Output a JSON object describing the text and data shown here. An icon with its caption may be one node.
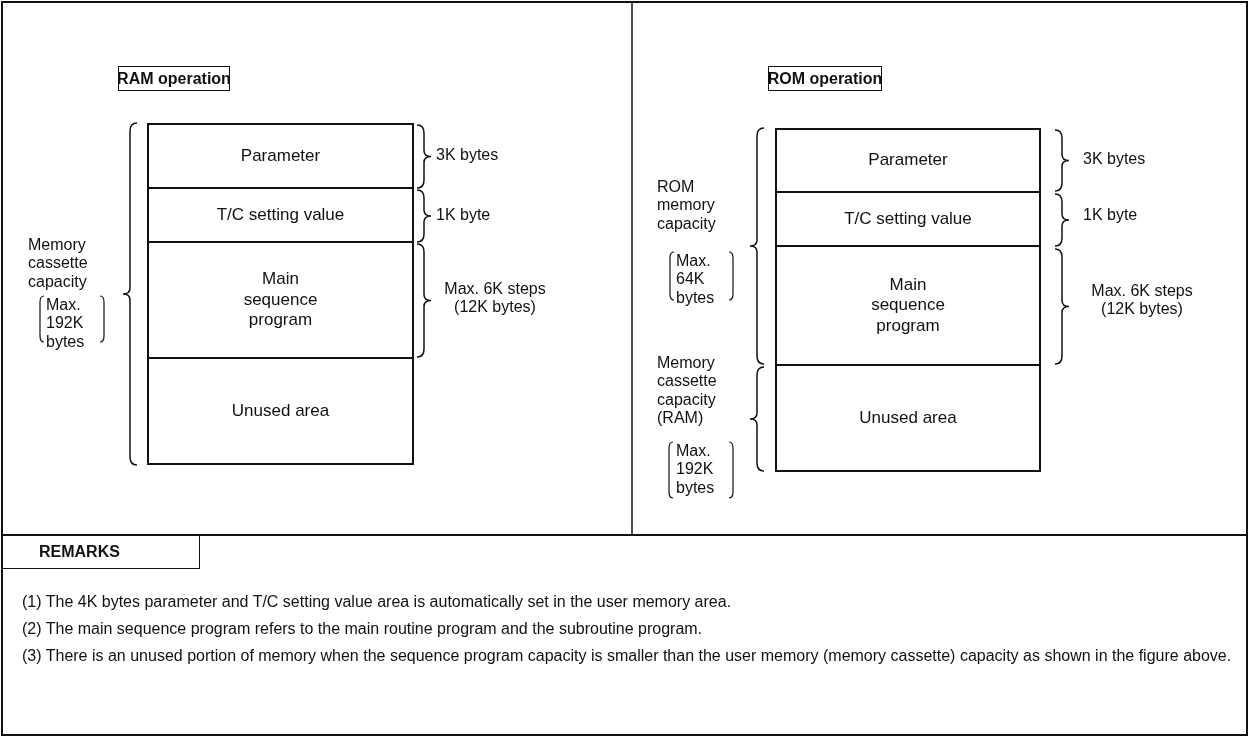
{
  "diagram": {
    "nodes": [
      {
        "text": [
          "RAM operation"
        ]
      },
      {
        "text": [
          "Parameter"
        ]
      },
      {
        "text": [
          "T/C setting value"
        ]
      },
      {
        "text": [
          "Main sequence program"
        ]
      },
      {
        "text": [
          "Unused area"
        ]
      },
      {
        "text": [
          "ROM operation"
        ]
      },
      {
        "text": [
          "Parameter"
        ]
      },
      {
        "text": [
          "T/C setting value"
        ]
      },
      {
        "text": [
          "Main sequence program"
        ]
      },
      {
        "text": [
          "Unused area"
        ]
      },
      {
        "text": [
          "REMARKS"
        ]
      }
    ],
    "labels": [
      "Memory cassette capacity",
      "Max. 192K bytes",
      "3K bytes",
      "1K byte",
      "Max. 6K steps (12K bytes)",
      "ROM memory capacity",
      "Max. 64K bytes",
      "Memory cassette capacity (RAM)",
      "Max. 192K bytes",
      "3K bytes",
      "1K byte",
      "Max. 6K steps (12K bytes)",
      "(1) The 4K bytes parameter and T/C setting value area is automatically set in the user memory area.",
      "(2) The main sequence program refers to the main routine program and the subroutine program.",
      "(3) There is an unused portion of memory when the sequence program capacity is smaller than the user memory (memory cassette) capacity as shown in the figure above."
    ]
  }
}
